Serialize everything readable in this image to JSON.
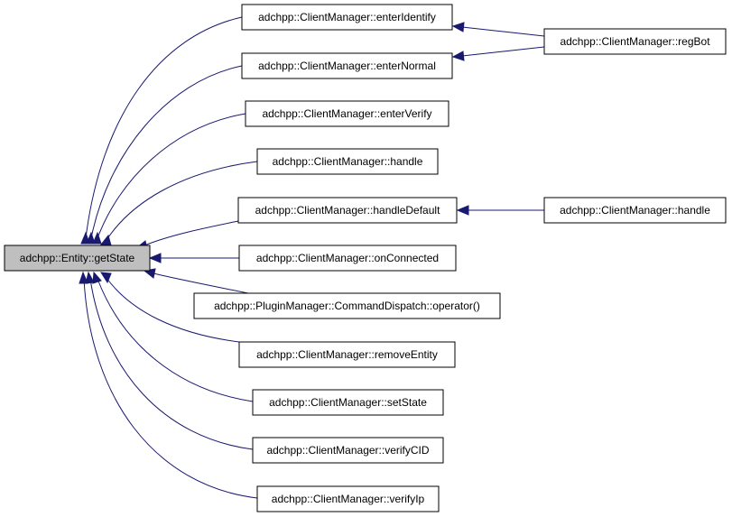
{
  "diagram": {
    "type": "call-graph",
    "colors": {
      "edge": "#191970",
      "root_fill": "#bfbfbf",
      "node_fill": "#ffffff",
      "border": "#000000"
    },
    "nodes": {
      "root": "adchpp::Entity::getState",
      "enterIdentify": "adchpp::ClientManager::enterIdentify",
      "enterNormal": "adchpp::ClientManager::enterNormal",
      "enterVerify": "adchpp::ClientManager::enterVerify",
      "handle": "adchpp::ClientManager::handle",
      "handleDefault": "adchpp::ClientManager::handleDefault",
      "onConnected": "adchpp::ClientManager::onConnected",
      "operator": "adchpp::PluginManager::CommandDispatch::operator()",
      "removeEntity": "adchpp::ClientManager::removeEntity",
      "setState": "adchpp::ClientManager::setState",
      "verifyCID": "adchpp::ClientManager::verifyCID",
      "verifyIp": "adchpp::ClientManager::verifyIp",
      "regBot": "adchpp::ClientManager::regBot",
      "handle2": "adchpp::ClientManager::handle"
    },
    "edges": [
      {
        "from": "enterIdentify",
        "to": "root"
      },
      {
        "from": "enterNormal",
        "to": "root"
      },
      {
        "from": "enterVerify",
        "to": "root"
      },
      {
        "from": "handle",
        "to": "root"
      },
      {
        "from": "handleDefault",
        "to": "root"
      },
      {
        "from": "onConnected",
        "to": "root"
      },
      {
        "from": "operator",
        "to": "root"
      },
      {
        "from": "removeEntity",
        "to": "root"
      },
      {
        "from": "setState",
        "to": "root"
      },
      {
        "from": "verifyCID",
        "to": "root"
      },
      {
        "from": "verifyIp",
        "to": "root"
      },
      {
        "from": "regBot",
        "to": "enterIdentify"
      },
      {
        "from": "regBot",
        "to": "enterNormal"
      },
      {
        "from": "handle2",
        "to": "handleDefault"
      }
    ]
  }
}
